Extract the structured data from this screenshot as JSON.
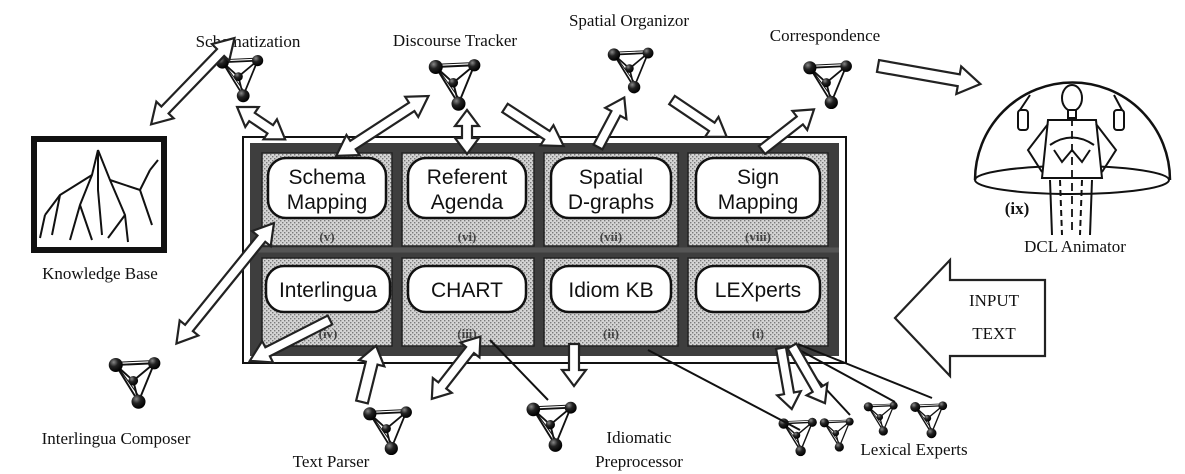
{
  "colors": {
    "ink": "#111111",
    "board": "#4a4a4a",
    "cell": "#bdbdbd",
    "box": "#ffffff"
  },
  "board": {
    "top_row": [
      {
        "line1": "Schema",
        "line2": "Mapping",
        "numeral": "(v)"
      },
      {
        "line1": "Referent",
        "line2": "Agenda",
        "numeral": "(vi)"
      },
      {
        "line1": "Spatial",
        "line2": "D-graphs",
        "numeral": "(vii)"
      },
      {
        "line1": "Sign",
        "line2": "Mapping",
        "numeral": "(viii)"
      }
    ],
    "bottom_row": [
      {
        "label": "Interlingua",
        "numeral": "(iv)"
      },
      {
        "label": "CHART",
        "numeral": "(iii)"
      },
      {
        "label": "Idiom KB",
        "numeral": "(ii)"
      },
      {
        "label": "LEXperts",
        "numeral": "(i)"
      }
    ]
  },
  "agents": {
    "schematization": "Schematization",
    "discourse_tracker": "Discourse Tracker",
    "spatial_organizor": "Spatial Organizor",
    "correspondence": "Correspondence",
    "interlingua_composer": "Interlingua Composer",
    "text_parser": "Text Parser",
    "idiomatic_line1": "Idiomatic",
    "idiomatic_line2": "Preprocessor",
    "lexical_experts": "Lexical Experts"
  },
  "knowledge_base": "Knowledge Base",
  "animator": {
    "numeral": "(ix)",
    "label": "DCL Animator"
  },
  "input": {
    "line1": "INPUT",
    "line2": "TEXT"
  }
}
